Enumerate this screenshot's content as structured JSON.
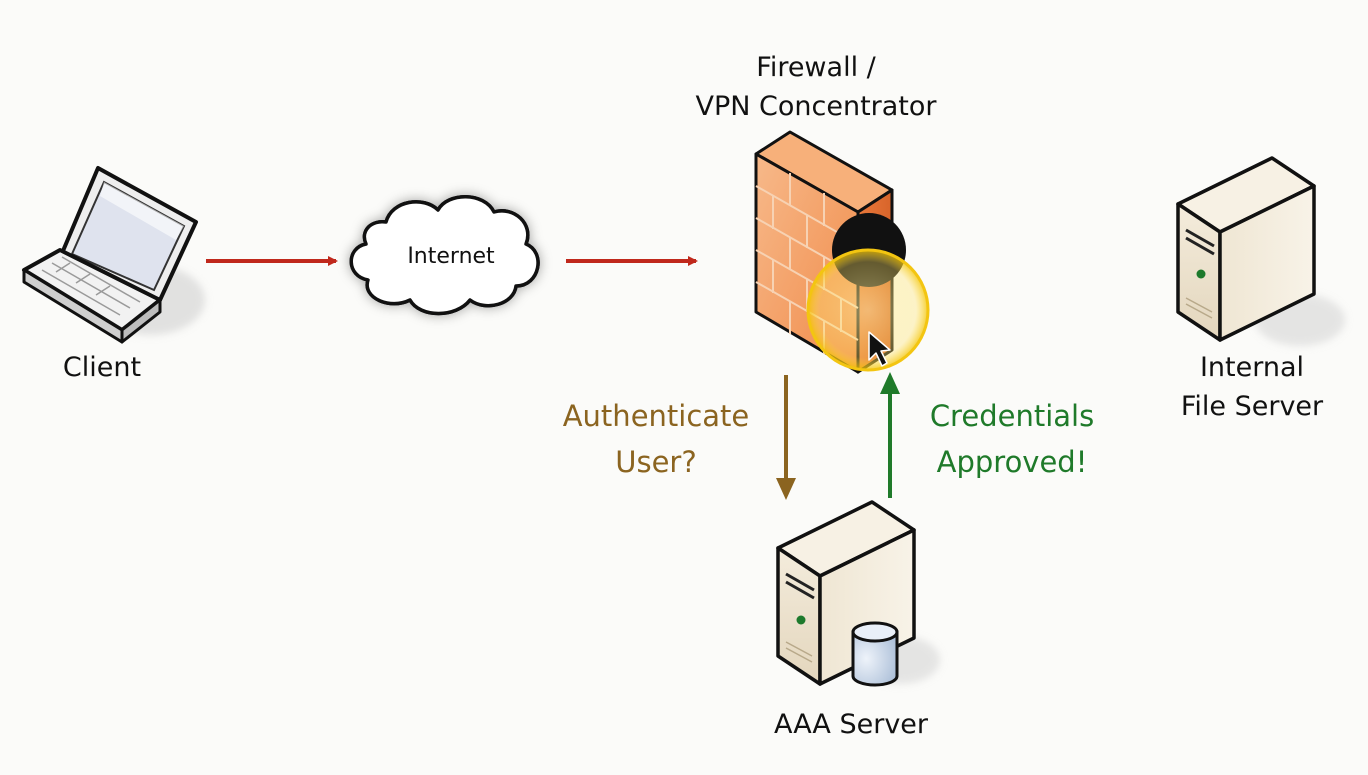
{
  "diagram": {
    "nodes": {
      "client": {
        "label": "Client",
        "icon": "laptop-icon"
      },
      "internet": {
        "label": "Internet",
        "icon": "cloud-icon"
      },
      "firewall": {
        "label_line1": "Firewall /",
        "label_line2": "VPN Concentrator",
        "icon": "firewall-icon"
      },
      "file_server": {
        "label_line1": "Internal",
        "label_line2": "File Server",
        "icon": "server-icon"
      },
      "aaa_server": {
        "label": "AAA Server",
        "icon": "database-server-icon"
      }
    },
    "edges": {
      "authenticate": {
        "line1": "Authenticate",
        "line2": "User?",
        "color": "#8b6420"
      },
      "approved": {
        "line1": "Credentials",
        "line2": "Approved!",
        "color": "#1f7a2a"
      },
      "flow_color": "#c0281c"
    }
  }
}
